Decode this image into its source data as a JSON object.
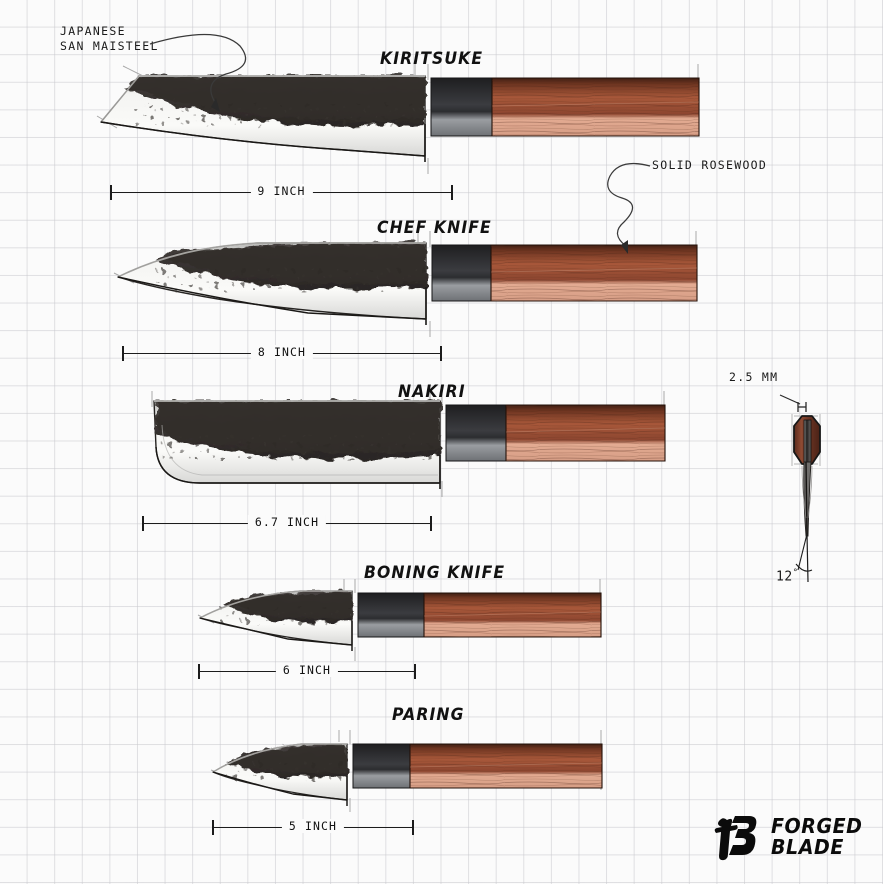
{
  "sheet": {
    "background_color": "#fbfbfb",
    "grid_color": "#c8c8cd",
    "ink_color": "#1c1c1c"
  },
  "annotations": {
    "steel": {
      "line1": "JAPANESE",
      "line2": "SAN MAISTEEL"
    },
    "handle_material": "SOLID ROSEWOOD"
  },
  "cross_section": {
    "thickness_label": "2.5 MM",
    "angle_label": "12",
    "angle_unit": "°"
  },
  "knives": [
    {
      "name": "KIRITSUKE",
      "length": "9 INCH"
    },
    {
      "name": "CHEF KNIFE",
      "length": "8 INCH"
    },
    {
      "name": "NAKIRI",
      "length": "6.7 INCH"
    },
    {
      "name": "BONING KNIFE",
      "length": "6 INCH"
    },
    {
      "name": "PARING",
      "length": "5 INCH"
    }
  ],
  "brand": {
    "line1": "FORGED",
    "line2": "BLADE",
    "monogram": "fB"
  },
  "colors": {
    "blade_dark": "#35302e",
    "blade_light": "#f2f2f0",
    "bolster": "#2b2b2d",
    "bolster_light": "#8d9094",
    "rosewood_dark": "#4a2418",
    "rosewood_mid": "#a0543a",
    "rosewood_light": "#e3ab92",
    "logo": "#0b0b0b"
  }
}
